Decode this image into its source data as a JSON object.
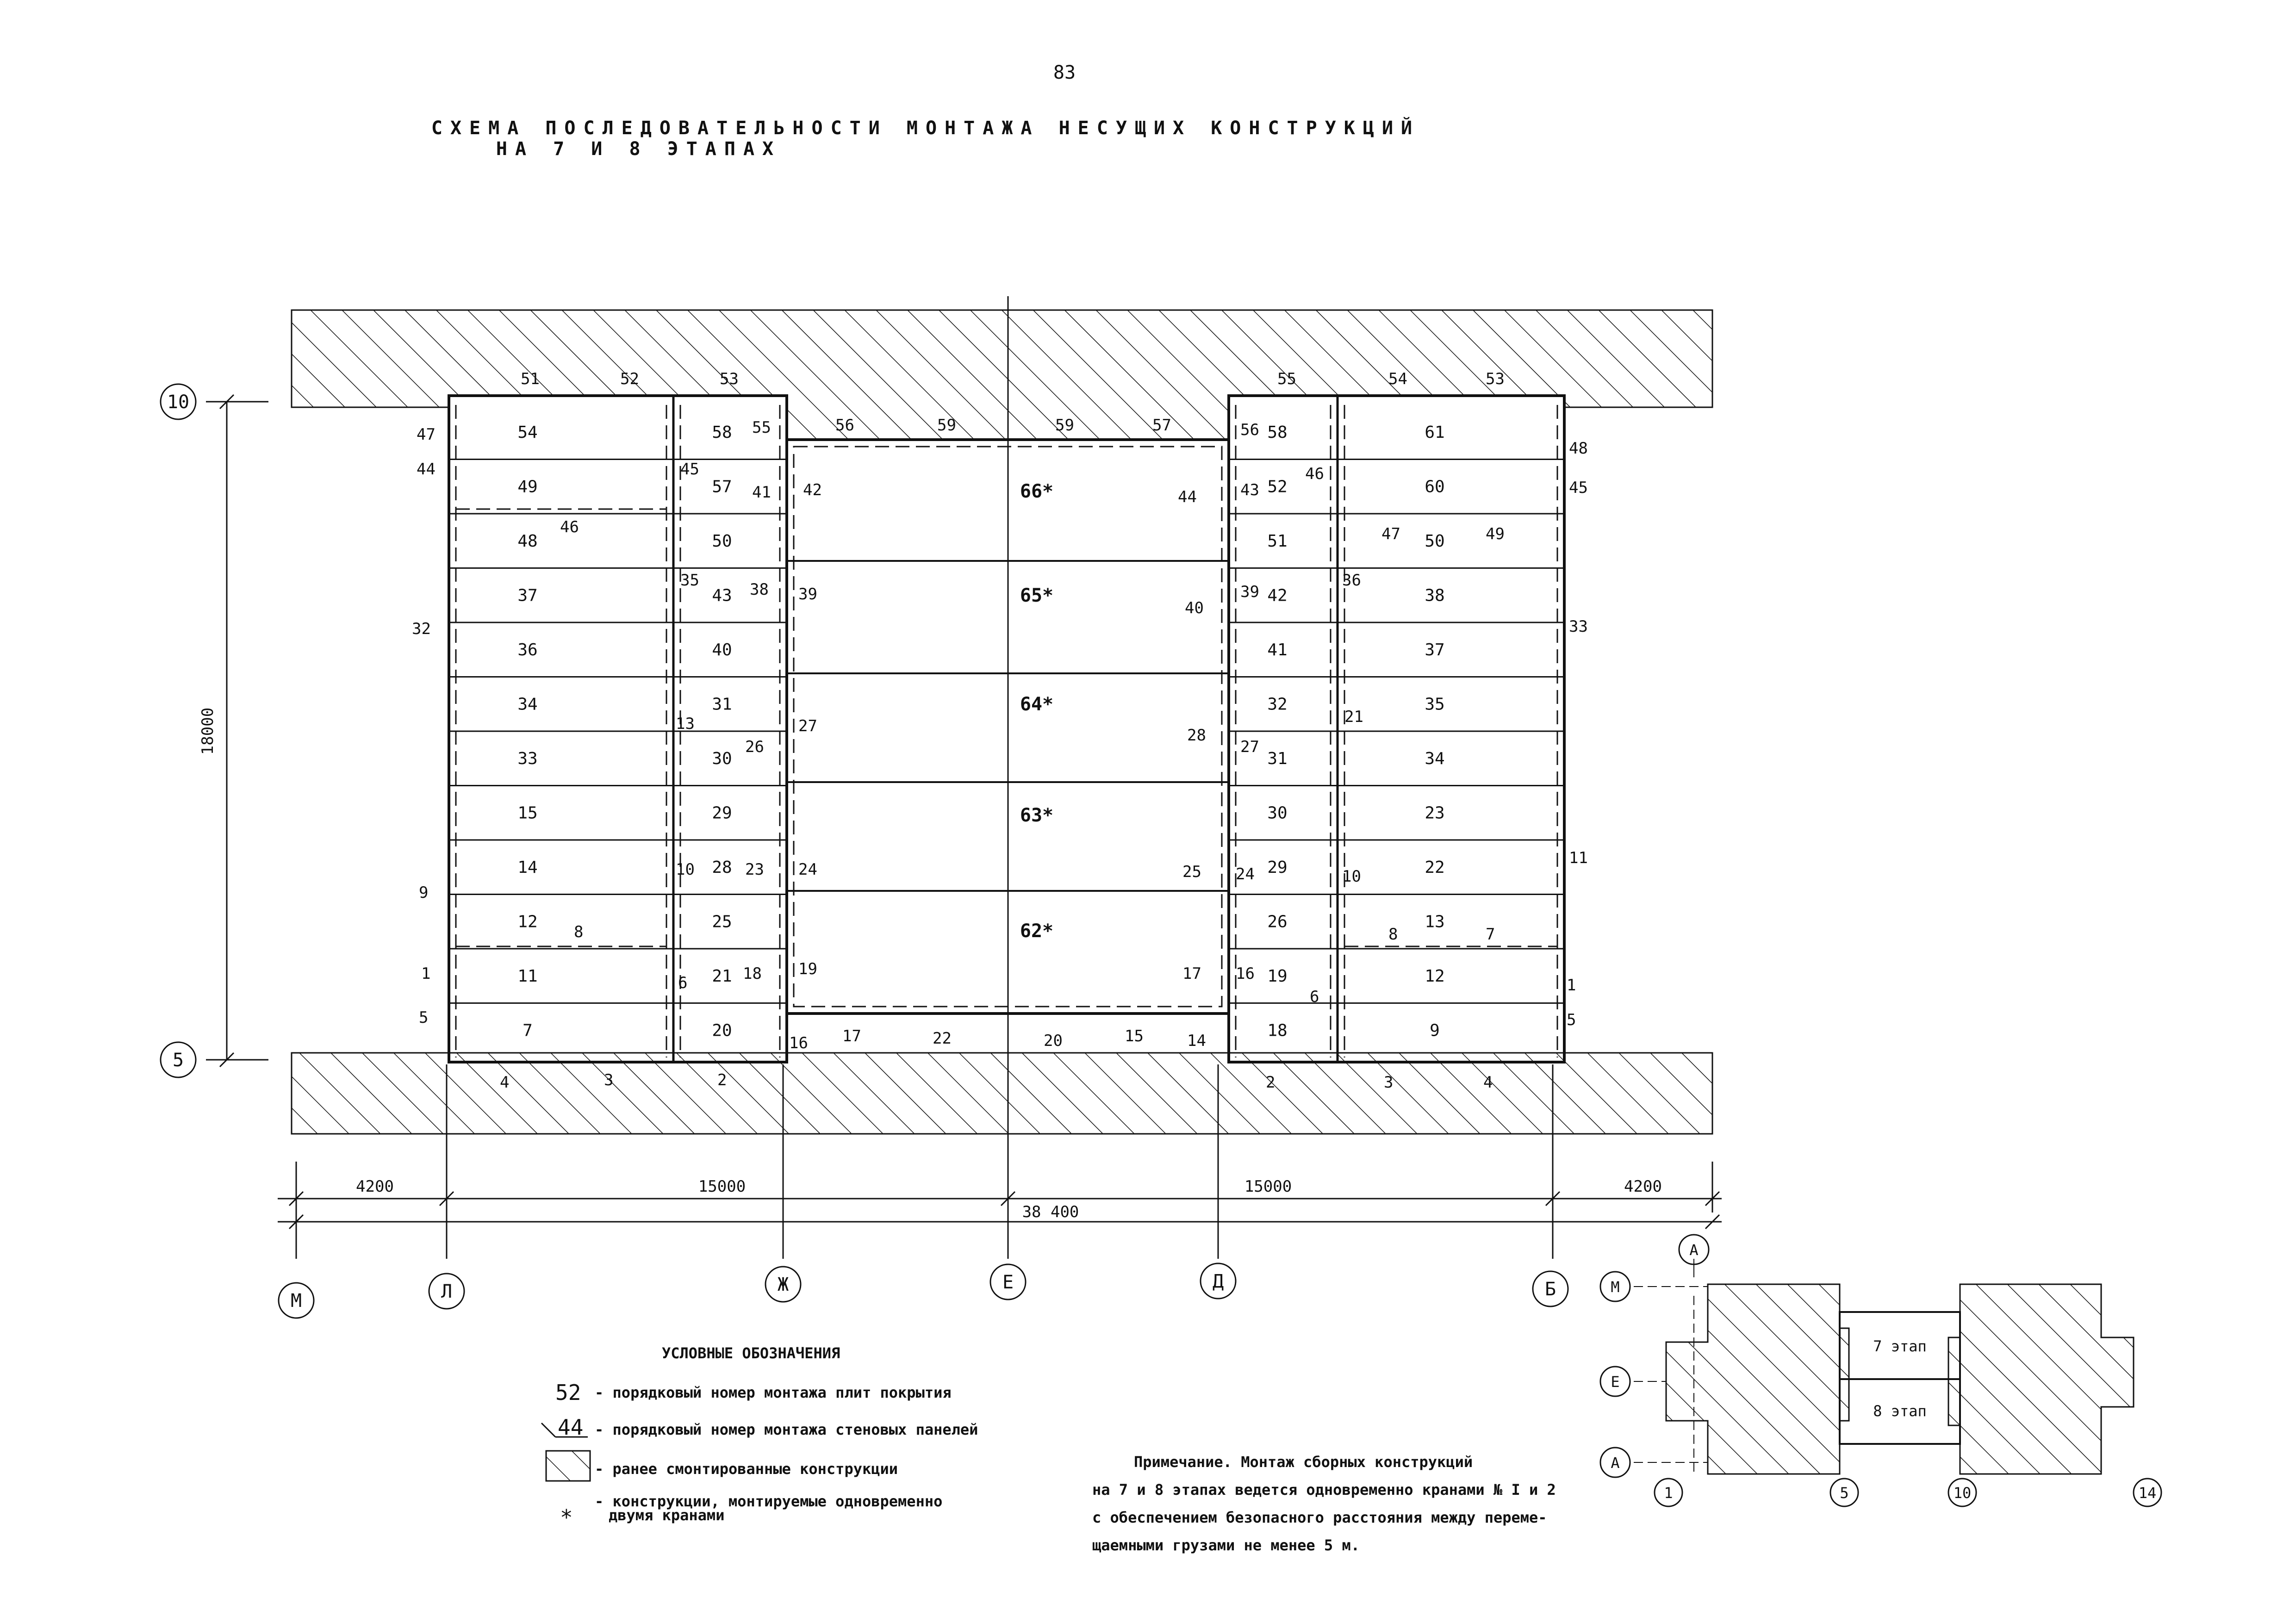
{
  "page": {
    "number": "83"
  },
  "title": {
    "line1": "СХЕМА ПОСЛЕДОВАТЕЛЬНОСТИ МОНТАЖА НЕСУЩИХ КОНСТРУКЦИЙ",
    "line2": "НА 7 И 8 ЭТАПАХ"
  },
  "dimensions": {
    "height": "18000",
    "bay_left": "4200",
    "span_left": "15000",
    "span_right": "15000",
    "bay_right": "4200",
    "total": "38 400"
  },
  "axes": {
    "row_top": "10",
    "row_bottom": "5",
    "col_m": "М",
    "col_l": "Л",
    "col_zh": "Ж",
    "col_e": "Е",
    "col_d": "Д",
    "col_b": "Б"
  },
  "slabs": {
    "left_a": [
      "54",
      "49",
      "48",
      "37",
      "36",
      "34",
      "33",
      "15",
      "14",
      "12",
      "11",
      "7"
    ],
    "left_b": [
      "58",
      "57",
      "50",
      "43",
      "40",
      "31",
      "30",
      "29",
      "28",
      "25",
      "21",
      "20"
    ],
    "center": [
      "66*",
      "65*",
      "64*",
      "63*",
      "62*"
    ],
    "right_a": [
      "58",
      "52",
      "51",
      "42",
      "41",
      "32",
      "31",
      "30",
      "29",
      "26",
      "19",
      "18"
    ],
    "right_b": [
      "61",
      "60",
      "50",
      "38",
      "37",
      "35",
      "34",
      "23",
      "22",
      "13",
      "12",
      "9"
    ]
  },
  "walls": {
    "w1": "51",
    "w2": "52",
    "w3": "53",
    "w4": "47",
    "w5": "44",
    "w6": "55",
    "w7": "45",
    "w8": "41",
    "w9": "42",
    "w10": "46",
    "w11": "35",
    "w12": "38",
    "w13": "39",
    "w14": "32",
    "w15": "13",
    "w16": "26",
    "w17": "27",
    "w18": "10",
    "w19": "23",
    "w20": "24",
    "w21": "9",
    "w22": "8",
    "w23": "1",
    "w24": "6",
    "w25": "18",
    "w26": "19",
    "w27": "5",
    "w28": "4",
    "w29": "3",
    "w30": "2",
    "w31": "16",
    "w32": "17",
    "w33": "22",
    "w34": "20",
    "w35": "15",
    "w36": "14",
    "w37": "56",
    "w38": "59",
    "w39": "59",
    "w40": "57",
    "w41": "44",
    "w42": "40",
    "w43": "28",
    "w44": "25",
    "w45": "17",
    "w46": "55",
    "w47": "56",
    "w48": "43",
    "w49": "46",
    "w50": "39",
    "w51": "36",
    "w52": "27",
    "w53": "21",
    "w54": "24",
    "w55": "10",
    "w56": "16",
    "w57": "6",
    "w58": "2",
    "w59": "54",
    "w60": "53",
    "w61": "48",
    "w62": "45",
    "w63": "47",
    "w64": "49",
    "w65": "33",
    "w66": "11",
    "w67": "8",
    "w68": "7",
    "w69": "1",
    "w70": "5",
    "w71": "3",
    "w72": "4"
  },
  "legend": {
    "title": "УСЛОВНЫЕ ОБОЗНАЧЕНИЯ",
    "slab_sample": "52",
    "slab_desc": "- порядковый номер монтажа плит покрытия",
    "wall_sample": "44",
    "wall_desc": "- порядковый номер монтажа стеновых панелей",
    "hatch_desc": "- ранее смонтированные конструкции",
    "star_sample": "*",
    "star_desc_1": "- конструкции, монтируемые одновременно",
    "star_desc_2": "двумя кранами"
  },
  "note": {
    "line1": "Примечание. Монтаж сборных конструкций",
    "line2": "на 7 и 8 этапах ведется одновременно кранами № I и 2",
    "line3": "с обеспечением безопасного расстояния между переме-",
    "line4": "щаемными грузами не менее 5 м."
  },
  "keyplan": {
    "axis_top": "А",
    "axis_m": "М",
    "axis_e": "Е",
    "axis_a": "А",
    "axis_1": "1",
    "axis_5": "5",
    "axis_10": "10",
    "axis_14": "14",
    "stage7": "7 этап",
    "stage8": "8 этап"
  },
  "colors": {
    "ink": "#111111",
    "paper": "#ffffff"
  }
}
